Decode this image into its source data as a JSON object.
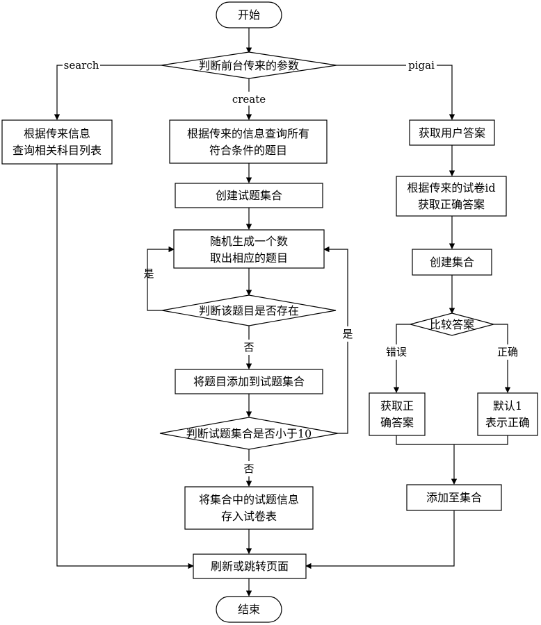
{
  "nodes": {
    "start": "开始",
    "decide_param": "判断前台传来的参数",
    "search_box": [
      "根据传来信息",
      "查询相关科目列表"
    ],
    "query_questions": [
      "根据传来的信息查询所有",
      "符合条件的题目"
    ],
    "create_question_set": "创建试题集合",
    "random_pick": [
      "随机生成一个数",
      "取出相应的题目"
    ],
    "decide_exists": "判断该题目是否存在",
    "add_to_set": "将题目添加到试题集合",
    "decide_less10": "判断试题集合是否小于10",
    "save_paper": [
      "将集合中的试题信息",
      "存入试卷表"
    ],
    "refresh": "刷新或跳转页面",
    "end": "结束",
    "get_user_answer": "获取用户答案",
    "get_correct_answer": [
      "根据传来的试卷id",
      "获取正确答案"
    ],
    "create_set": "创建集合",
    "compare": "比较答案",
    "fetch_correct": [
      "获取正",
      "确答案"
    ],
    "default_one": [
      "默认1",
      "表示正确"
    ],
    "add_to_collection": "添加至集合"
  },
  "edges": {
    "search": "search",
    "create": "create",
    "pigai": "pigai",
    "yes_exists": "是",
    "no_exists": "否",
    "yes_less10": "是",
    "no_less10": "否",
    "wrong": "错误",
    "right": "正确"
  }
}
